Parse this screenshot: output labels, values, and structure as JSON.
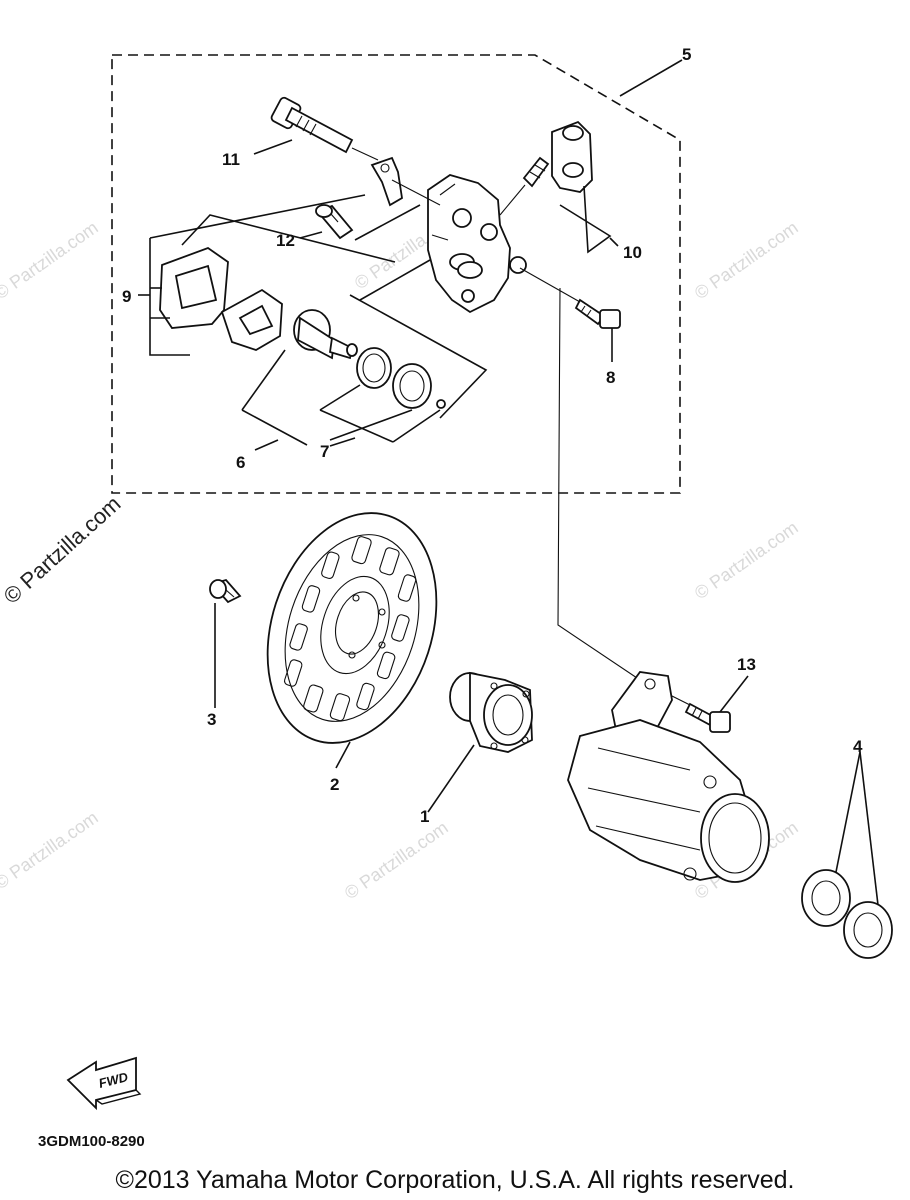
{
  "diagram": {
    "callouts": [
      {
        "id": "c1",
        "text": "1"
      },
      {
        "id": "c2",
        "text": "2"
      },
      {
        "id": "c3",
        "text": "3"
      },
      {
        "id": "c4",
        "text": "4"
      },
      {
        "id": "c5",
        "text": "5"
      },
      {
        "id": "c6",
        "text": "6"
      },
      {
        "id": "c7",
        "text": "7"
      },
      {
        "id": "c8",
        "text": "8"
      },
      {
        "id": "c9",
        "text": "9"
      },
      {
        "id": "c10",
        "text": "10"
      },
      {
        "id": "c11",
        "text": "11"
      },
      {
        "id": "c12",
        "text": "12"
      },
      {
        "id": "c13",
        "text": "13"
      }
    ],
    "fwd_label": "FWD",
    "diagram_code": "3GDM100-8290",
    "watermark": "© Partzilla.com",
    "copyright": "©2013 Yamaha Motor Corporation, U.S.A. All rights reserved."
  }
}
